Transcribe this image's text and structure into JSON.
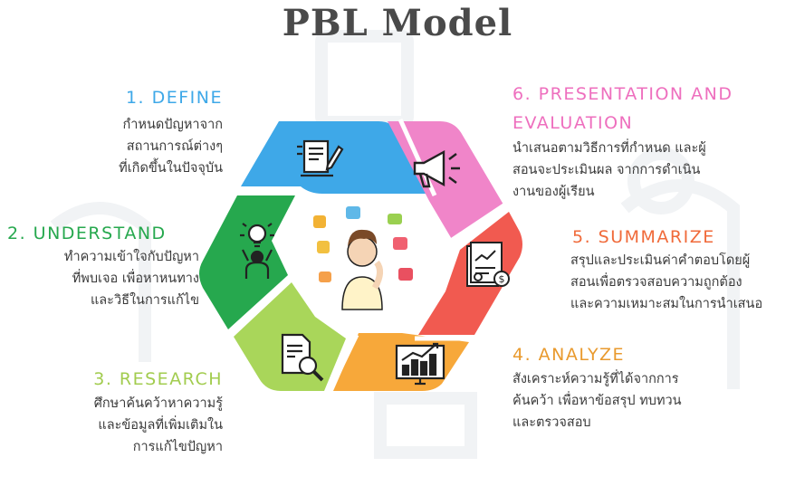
{
  "title": "PBL Model",
  "colors": {
    "define": "#3ea8e8",
    "understand": "#26a84e",
    "research": "#a9d65a",
    "analyze": "#f7a83a",
    "summarize": "#f15a50",
    "presentation": "#f085c9",
    "research_text": "#a2cc4f",
    "analyze_text": "#e99a2e",
    "summarize_text": "#f06a3a",
    "presentation_text": "#ee6fbe"
  },
  "steps": {
    "define": {
      "heading": "1. DEFINE",
      "lines": [
        "กำหนดปัญหาจาก",
        "สถานการณ์ต่างๆ",
        "ที่เกิดขึ้นในปัจจุบัน"
      ],
      "icon": "document-pen-icon"
    },
    "understand": {
      "heading": "2. UNDERSTAND",
      "lines": [
        "ทำความเข้าใจกับปัญหา",
        "ที่พบเจอ เพื่อหาหนทาง",
        "และวิธีในการแก้ไข"
      ],
      "icon": "lightbulb-person-icon"
    },
    "research": {
      "heading": "3. RESEARCH",
      "lines": [
        "ศึกษาค้นคว้าหาความรู้",
        "และข้อมูลที่เพิ่มเติมใน",
        "การแก้ไขปัญหา"
      ],
      "icon": "document-search-icon"
    },
    "analyze": {
      "heading": "4. ANALYZE",
      "lines": [
        "สังเคราะห์ความรู้ที่ได้จากการ",
        "ค้นคว้า เพื่อหาข้อสรุป ทบทวน",
        "และตรวจสอบ"
      ],
      "icon": "monitor-chart-icon"
    },
    "summarize": {
      "heading": "5. SUMMARIZE",
      "lines": [
        "สรุปและประเมินค่าคำตอบโดยผู้",
        "สอนเพื่อตรวจสอบความถูกต้อง",
        "และความเหมาะสมในการนำเสนอ"
      ],
      "icon": "financial-report-icon"
    },
    "presentation": {
      "heading_line1": "6. PRESENTATION AND",
      "heading_line2": "EVALUATION",
      "lines": [
        "นำเสนอตามวิธีการที่กำหนด และผู้",
        "สอนจะประเมินผล จากการดำเนิน",
        "งานของผู้เรียน"
      ],
      "icon": "megaphone-icon"
    }
  },
  "center_icon": "thinking-student-with-puzzle-pieces"
}
